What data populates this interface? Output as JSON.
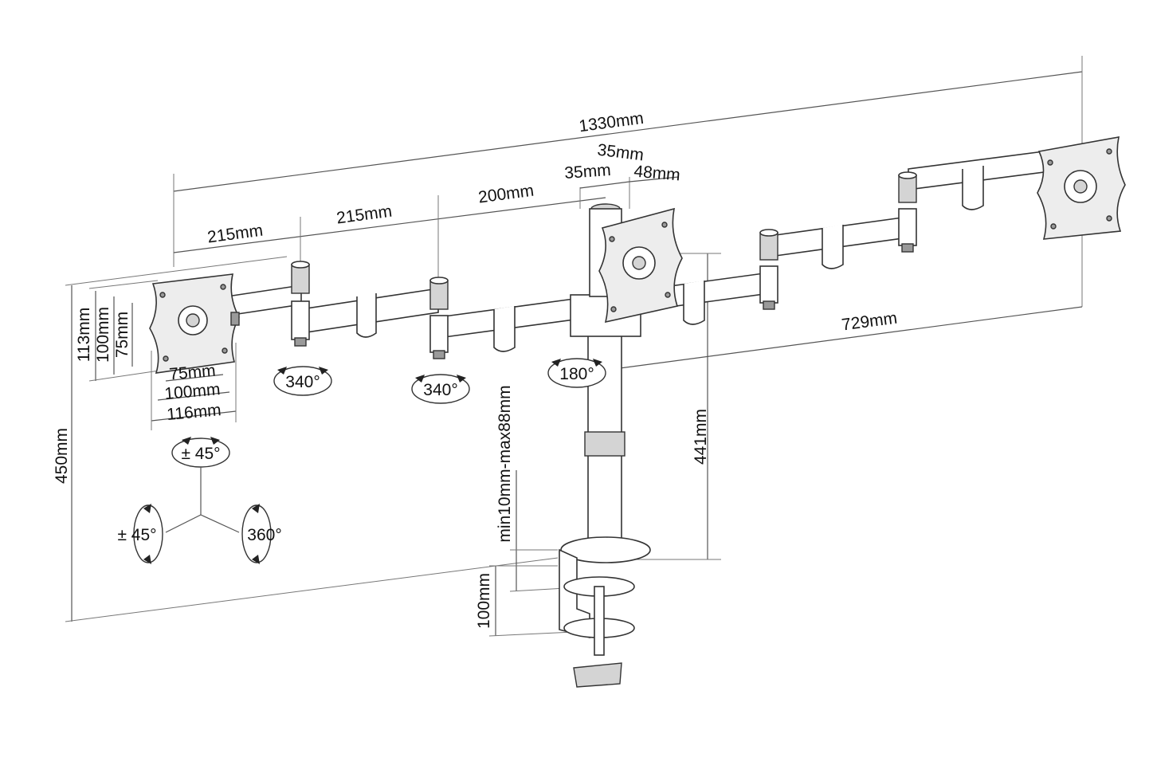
{
  "dimensions": {
    "overall_width": "1330mm",
    "left_arm_1": "215mm",
    "left_arm_2": "215mm",
    "center_arm": "200mm",
    "pole_offset_a": "35mm",
    "pole_offset_b": "35mm",
    "center_plate": "48mm",
    "right_span": "729mm",
    "overall_height": "450mm",
    "mount_height": "441mm",
    "clamp_range": "min10mm-max88mm",
    "clamp_depth": "100mm",
    "vesa_v_113": "113mm",
    "vesa_v_100": "100mm",
    "vesa_v_75": "75mm",
    "vesa_h_75": "75mm",
    "vesa_h_100": "100mm",
    "vesa_h_116": "116mm"
  },
  "rotations": {
    "joint_1": "340°",
    "joint_2": "340°",
    "joint_center": "180°",
    "tilt": "± 45°",
    "swivel": "± 45°",
    "rotate": "360°"
  }
}
